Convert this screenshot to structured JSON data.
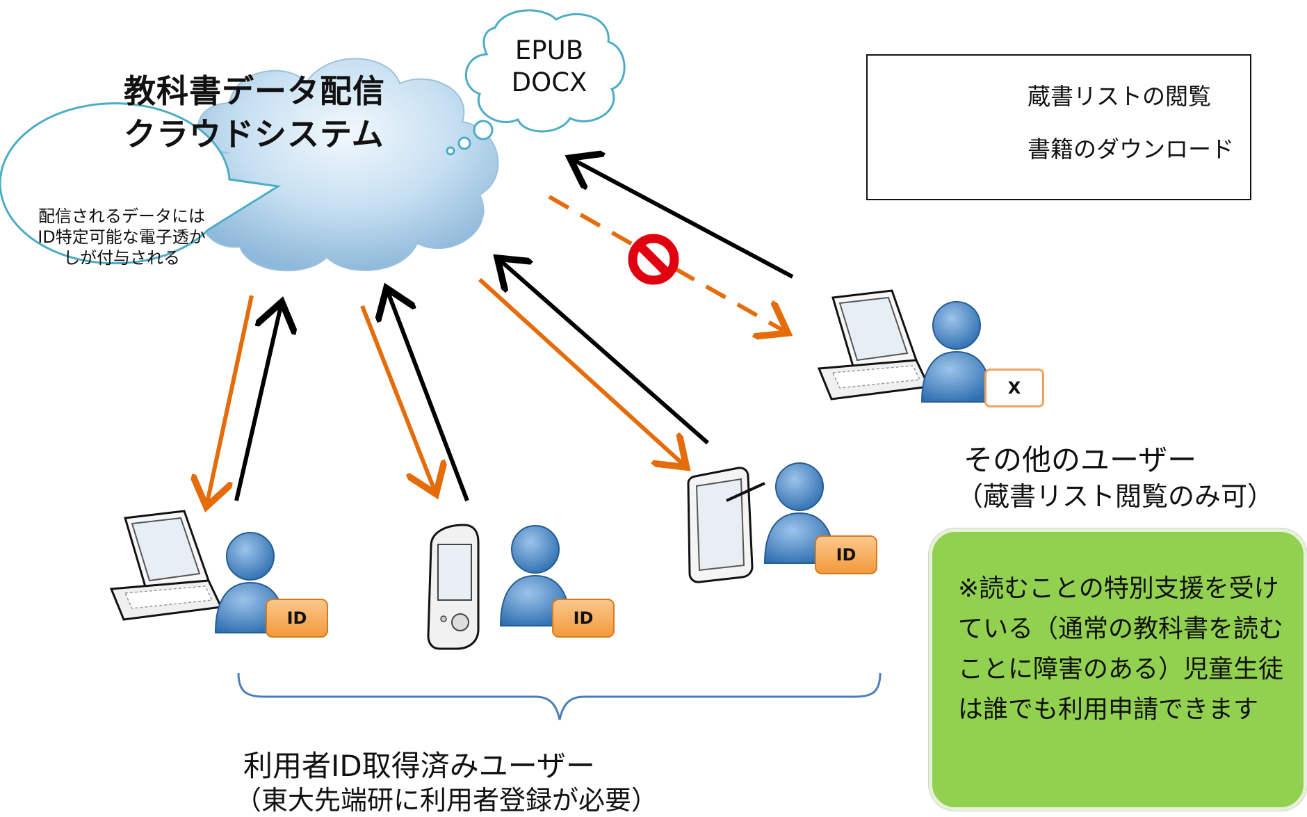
{
  "cloud": {
    "title_line1": "教科書データ配信",
    "title_line2": "クラウドシステム"
  },
  "thought_bubble": {
    "line1": "EPUB",
    "line2": "DOCX"
  },
  "speech_bubble": {
    "text": "配信されるデータにはID特定可能な電子透かしが付与される"
  },
  "legend": {
    "browse_label": "蔵書リストの閲覧",
    "download_label": "書籍のダウンロード"
  },
  "colors": {
    "browse_arrow": "#000000",
    "download_arrow": "#e46c0a",
    "note_bg": "#92d050",
    "cloud": "#a9cde8",
    "bubble_border": "#4bacc6"
  },
  "devices": [
    {
      "icon": "laptop-icon",
      "badge": "ID"
    },
    {
      "icon": "pda-icon",
      "badge": "ID"
    },
    {
      "icon": "tablet-icon",
      "badge": "ID"
    }
  ],
  "other_user": {
    "badge": "X",
    "title": "その他のユーザー",
    "subtitle": "（蔵書リスト閲覧のみ可）"
  },
  "registered": {
    "title": "利用者ID取得済みユーザー",
    "subtitle": "（東大先端研に利用者登録が必要）"
  },
  "note": {
    "text": "※読むことの特別支援を受けている（通常の教科書を読むことに障害のある）児童生徒は誰でも利用申請できます"
  }
}
